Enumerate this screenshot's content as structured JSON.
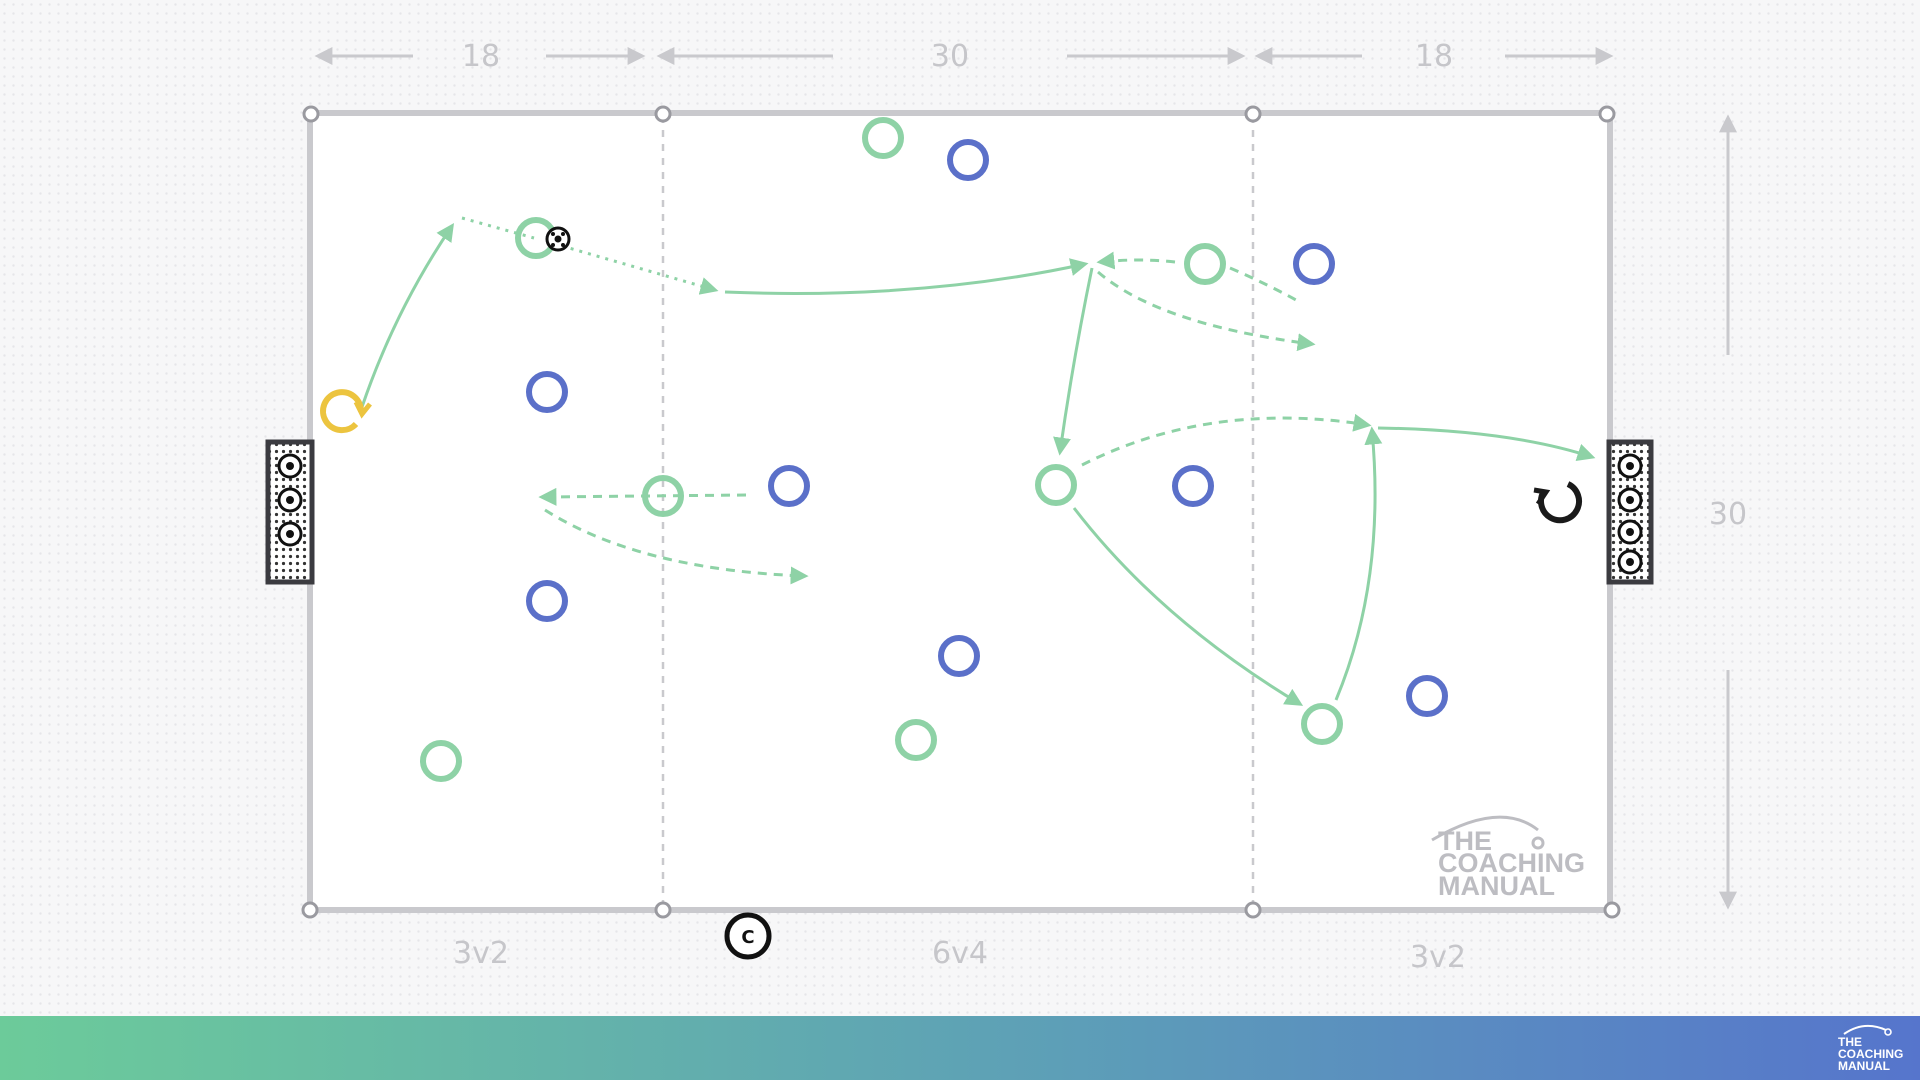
{
  "dimensions": {
    "left_width": "18",
    "middle_width": "30",
    "right_width": "18",
    "pitch_height": "30"
  },
  "zones": {
    "left": "3v2",
    "middle": "6v4",
    "right": "3v2"
  },
  "markers": {
    "coach": "C"
  },
  "branding": {
    "watermark": [
      "THE",
      "COACHING",
      "MANUAL"
    ],
    "footer_logo": [
      "THE",
      "COACHING",
      "MANUAL"
    ]
  },
  "colors": {
    "team_green": "#8ed2a6",
    "team_blue": "#5b70c9",
    "goalkeeper_yellow": "#ecc43f",
    "pitch_line": "#c9c9cd",
    "footer_gradient_start": "#6ccb9a",
    "footer_gradient_end": "#5675cc"
  },
  "legend_icons": [
    "green-player-icon",
    "blue-player-icon",
    "goalkeeper-icon",
    "ball-icon",
    "goal-icon",
    "coach-icon"
  ]
}
